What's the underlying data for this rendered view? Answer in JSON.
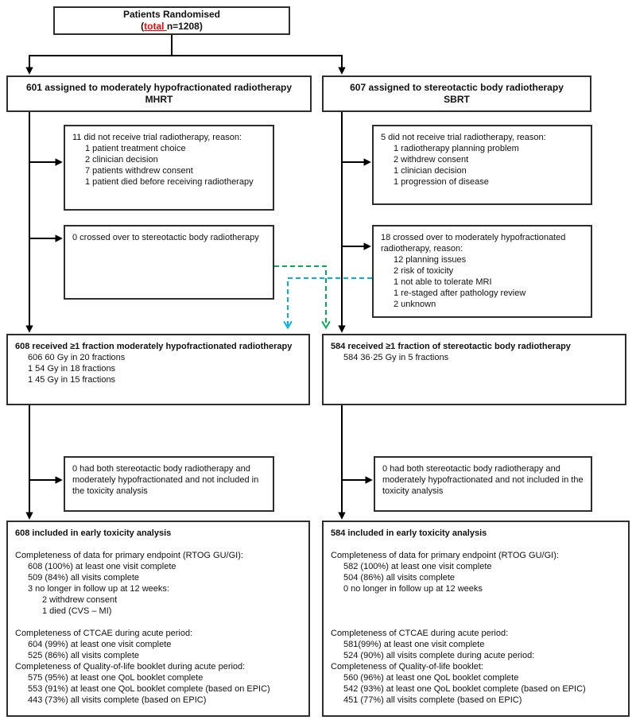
{
  "title": "Patients Randomised trial profile (CONSORT flow diagram)",
  "colors": {
    "line": "#000000",
    "box_border": "#2e2e2e",
    "crossover_to_sbrt": "#00B050",
    "crossover_to_mhrt": "#00B0F0",
    "highlight_red": "#FF0000"
  },
  "boxes": {
    "randomised": {
      "line1": "Patients Randomised",
      "line2_prefix": "(",
      "line2_highlight": "total ",
      "line2_suffix": "n=1208)"
    },
    "mhrt_assigned": {
      "line1": "601 assigned to moderately hypofractionated radiotherapy",
      "line2": "MHRT"
    },
    "sbrt_assigned": {
      "line1": "607 assigned to stereotactic body radiotherapy",
      "line2": "SBRT"
    },
    "mhrt_not_received": {
      "lines": [
        {
          "t": "11 did not receive trial radiotherapy, reason:"
        },
        {
          "t": "1 patient treatment choice",
          "i": 1
        },
        {
          "t": "2 clinician decision",
          "i": 1
        },
        {
          "t": "7 patients withdrew consent",
          "i": 1
        },
        {
          "t": "1 patient died before receiving radiotherapy",
          "i": 1
        }
      ]
    },
    "sbrt_not_received": {
      "lines": [
        {
          "t": "5 did not receive trial radiotherapy, reason:"
        },
        {
          "t": "1 radiotherapy planning problem",
          "i": 1
        },
        {
          "t": "2 withdrew consent",
          "i": 1
        },
        {
          "t": "1 clinician decision",
          "i": 1
        },
        {
          "t": "1 progression of disease",
          "i": 1
        }
      ]
    },
    "mhrt_crossover": {
      "lines": [
        {
          "t": "0 crossed over to stereotactic body radiotherapy"
        }
      ]
    },
    "sbrt_crossover": {
      "lines": [
        {
          "t": "18 crossed over to moderately hypofractionated radiotherapy, reason:"
        },
        {
          "t": "12 planning issues",
          "i": 1
        },
        {
          "t": "2 risk of toxicity",
          "i": 1
        },
        {
          "t": "1 not able to tolerate MRI",
          "i": 1
        },
        {
          "t": "1 re-staged after pathology review",
          "i": 1
        },
        {
          "t": "2 unknown",
          "i": 1
        }
      ]
    },
    "mhrt_received": {
      "lines": [
        {
          "t": "608 received ≥1 fraction moderately hypofractionated radiotherapy",
          "b": true
        },
        {
          "t": "606 60 Gy in 20 fractions",
          "i": 1
        },
        {
          "t": "1 54 Gy in 18 fractions",
          "i": 1
        },
        {
          "t": "1 45 Gy in 15 fractions",
          "i": 1
        }
      ]
    },
    "sbrt_received": {
      "lines": [
        {
          "t": "584 received ≥1 fraction of stereotactic body radiotherapy",
          "b": true
        },
        {
          "t": "584 36·25 Gy in 5 fractions",
          "i": 1
        }
      ]
    },
    "mhrt_both": {
      "lines": [
        {
          "t": "0 had both stereotactic body radiotherapy and moderately hypofractionated and not included in the toxicity analysis"
        }
      ]
    },
    "sbrt_both": {
      "lines": [
        {
          "t": "0 had both stereotactic body radiotherapy and moderately hypofractionated and not included in the toxicity analysis"
        }
      ]
    },
    "mhrt_analysis": {
      "lines": [
        {
          "t": "608 included in early toxicity analysis",
          "b": true
        },
        {
          "t": ""
        },
        {
          "t": "Completeness of data for primary endpoint (RTOG GU/GI):"
        },
        {
          "t": "608 (100%) at least one visit complete",
          "i": 1
        },
        {
          "t": "509 (84%) all visits complete",
          "i": 1
        },
        {
          "t": "3 no longer in follow up at 12 weeks:",
          "i": 1
        },
        {
          "t": "2 withdrew consent",
          "i": 2
        },
        {
          "t": "1 died (CVS – MI)",
          "i": 2
        },
        {
          "t": ""
        },
        {
          "t": "Completeness of CTCAE during acute period:"
        },
        {
          "t": "604 (99%) at least one visit complete",
          "i": 1
        },
        {
          "t": "525 (86%) all visits complete",
          "i": 1
        },
        {
          "t": "Completeness of Quality-of-life booklet during acute period:"
        },
        {
          "t": "575 (95%) at least one QoL booklet complete",
          "i": 1
        },
        {
          "t": "553 (91%) at least one QoL booklet complete (based on EPIC)",
          "i": 1
        },
        {
          "t": "443 (73%) all visits complete (based on EPIC)",
          "i": 1
        }
      ]
    },
    "sbrt_analysis": {
      "lines": [
        {
          "t": "584 included in early toxicity analysis",
          "b": true
        },
        {
          "t": ""
        },
        {
          "t": "Completeness of data for primary endpoint (RTOG GU/GI):"
        },
        {
          "t": "582 (100%) at least one visit complete",
          "i": 1
        },
        {
          "t": "504 (86%) all visits complete",
          "i": 1
        },
        {
          "t": "0 no longer in follow up at 12 weeks",
          "i": 1
        },
        {
          "t": ""
        },
        {
          "t": ""
        },
        {
          "t": ""
        },
        {
          "t": "Completeness of CTCAE during acute period:"
        },
        {
          "t": "581(99%) at least one visit complete",
          "i": 1
        },
        {
          "t": "524 (90%) all visits complete during acute period:",
          "i": 1
        },
        {
          "t": "Completeness of Quality-of-life booklet:"
        },
        {
          "t": "560 (96%) at least one QoL booklet complete",
          "i": 1
        },
        {
          "t": "542 (93%) at least one QoL booklet complete (based on EPIC)",
          "i": 1
        },
        {
          "t": "451 (77%) all visits complete (based on EPIC)",
          "i": 1
        }
      ]
    }
  }
}
